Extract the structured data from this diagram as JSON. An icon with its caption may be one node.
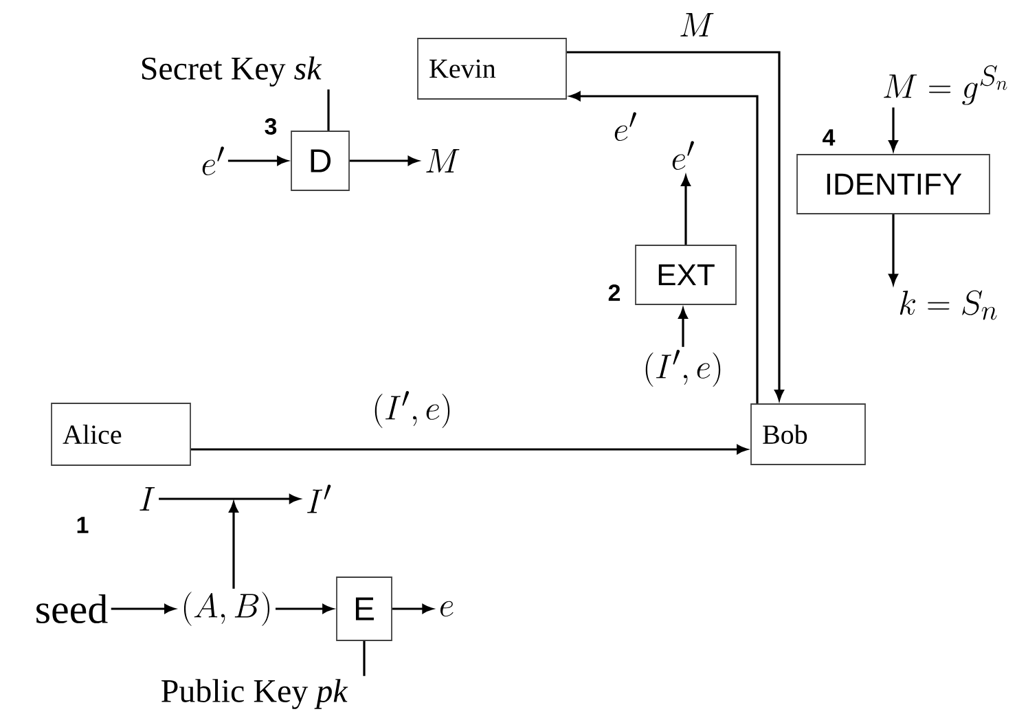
{
  "diagram": {
    "nodes": [
      {
        "text": [
          "Kevin"
        ]
      },
      {
        "text": [
          "Secret Key *sk*"
        ]
      },
      {
        "text": [
          "e'"
        ]
      },
      {
        "text": [
          "D"
        ]
      },
      {
        "text": [
          "M"
        ]
      },
      {
        "text": [
          "M = g^{S_n}"
        ]
      },
      {
        "text": [
          "e'"
        ]
      },
      {
        "text": [
          "IDENTIFY"
        ]
      },
      {
        "text": [
          "EXT"
        ]
      },
      {
        "text": [
          "k = S_n"
        ]
      },
      {
        "text": [
          "(I',e)"
        ]
      },
      {
        "text": [
          "Alice"
        ]
      },
      {
        "text": [
          "Bob"
        ]
      },
      {
        "text": [
          "I"
        ]
      },
      {
        "text": [
          "I'"
        ]
      },
      {
        "text": [
          "seed"
        ]
      },
      {
        "text": [
          "(A,B)"
        ]
      },
      {
        "text": [
          "E"
        ]
      },
      {
        "text": [
          "e"
        ]
      },
      {
        "text": [
          "Public Key *pk*"
        ]
      }
    ],
    "edges": [
      {
        "from": 0,
        "to": 12,
        "arrow": "to",
        "label": "M"
      },
      {
        "from": 12,
        "to": 0,
        "arrow": "to",
        "label": "e'"
      },
      {
        "from": 11,
        "to": 12,
        "arrow": "to",
        "label": "(I',e)"
      },
      {
        "from": 2,
        "to": 3,
        "arrow": "to"
      },
      {
        "from": 3,
        "to": 4,
        "arrow": "to"
      },
      {
        "from": 1,
        "to": 3,
        "arrow": "none"
      },
      {
        "from": 10,
        "to": 8,
        "arrow": "to"
      },
      {
        "from": 8,
        "to": 6,
        "arrow": "to"
      },
      {
        "from": 5,
        "to": 7,
        "arrow": "to"
      },
      {
        "from": 7,
        "to": 9,
        "arrow": "to"
      },
      {
        "from": 15,
        "to": 16,
        "arrow": "to"
      },
      {
        "from": 16,
        "to": 17,
        "arrow": "to"
      },
      {
        "from": 17,
        "to": 18,
        "arrow": "to"
      },
      {
        "from": 19,
        "to": 17,
        "arrow": "none"
      },
      {
        "from": 13,
        "to": 14,
        "arrow": "to"
      },
      {
        "from": 16,
        "to": null,
        "arrow": "to"
      }
    ],
    "labels": [
      "3",
      "4",
      "2",
      "1"
    ]
  }
}
